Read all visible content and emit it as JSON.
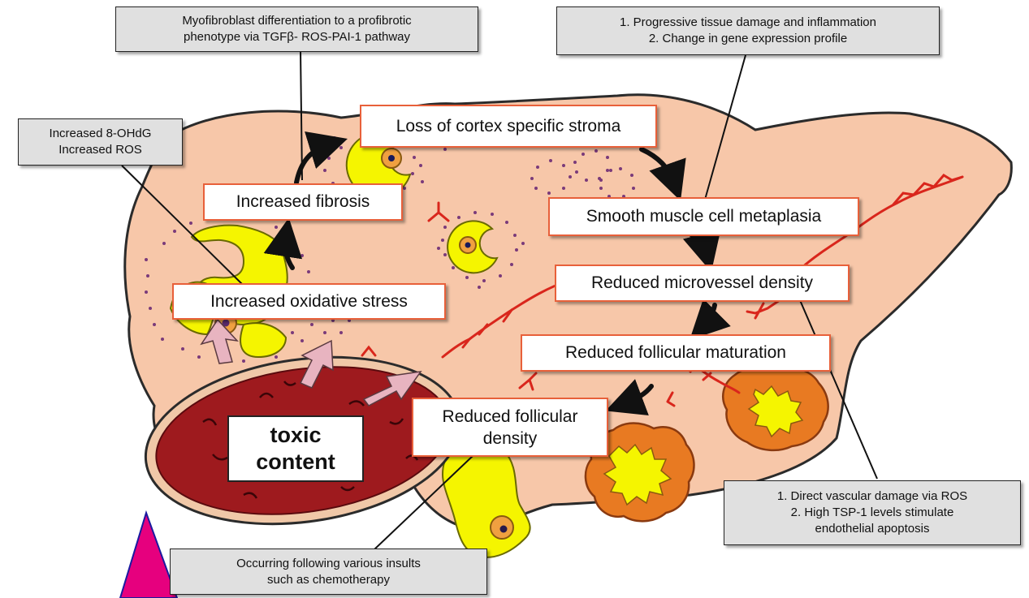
{
  "callouts": {
    "oxidative": {
      "line1": "Increased 8-OHdG",
      "line2": "Increased ROS"
    },
    "myofibroblast": {
      "line1": "Myofibroblast differentiation to a profibrotic",
      "line2": "phenotype via TGFβ- ROS-PAI-1 pathway"
    },
    "tissue_damage": {
      "line1": "1. Progressive tissue damage and inflammation",
      "line2": "2. Change in gene expression profile"
    },
    "vascular": {
      "line1": "1. Direct vascular damage via ROS",
      "line2": "2. High TSP-1 levels stimulate",
      "line3": "endothelial apoptosis"
    },
    "insults": {
      "line1": "Occurring following various insults",
      "line2": "such as chemotherapy"
    }
  },
  "stages": {
    "loss_stroma": "Loss of cortex specific stroma",
    "increased_fibrosis": "Increased fibrosis",
    "smooth_muscle": "Smooth muscle cell metaplasia",
    "oxidative_stress": "Increased oxidative stress",
    "microvessel": "Reduced microvessel density",
    "follicular_maturation": "Reduced follicular maturation",
    "follicular_density_line1": "Reduced follicular",
    "follicular_density_line2": "density"
  },
  "toxic": {
    "line1": "toxic",
    "line2": "content"
  },
  "colors": {
    "ovary_fill": "#f7c7a9",
    "stage_border": "#e8603a",
    "callout_fill": "#e0e0e0",
    "vessel_fill": "#9e1a1e",
    "follicle_yellow": "#f5f500",
    "stroma_dots": "#7a3a7a",
    "vessel_red": "#d9261c",
    "uptake_arrow": "#e8b4c0",
    "pointer_magenta": "#e6007e"
  }
}
